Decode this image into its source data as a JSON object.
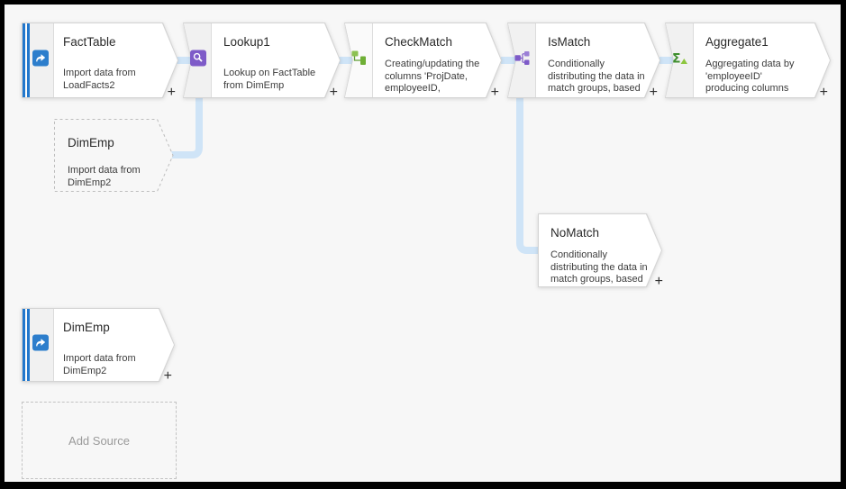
{
  "app": {
    "view": "data-flow-canvas"
  },
  "colors": {
    "canvas_background": "#f7f7f7",
    "frame": "#000000",
    "connector_blue": "#cfe4f7",
    "source_bar_blue": "#2277cc",
    "source_icon_blue": "#2d7ecc",
    "lookup_icon_purple": "#7e5bc8",
    "split_icon_purple": "#7e5bc8",
    "derived_icon_green": "#76b83d",
    "aggregate_icon_green": "#3e8e2e"
  },
  "ui": {
    "plus_label": "+",
    "add_source_label": "Add Source"
  },
  "nodes": [
    {
      "id": "FactTable",
      "type": "source",
      "title": "FactTable",
      "description": "Import data from LoadFacts2",
      "icon": "source-icon",
      "has_add_button": true
    },
    {
      "id": "Lookup1",
      "type": "lookup",
      "title": "Lookup1",
      "description": "Lookup on FactTable from DimEmp",
      "icon": "lookup-icon",
      "has_add_button": true
    },
    {
      "id": "CheckMatch",
      "type": "derived-column",
      "title": "CheckMatch",
      "description": "Creating/updating the columns 'ProjDate, employeeID,",
      "icon": "derived-column-icon",
      "has_add_button": true
    },
    {
      "id": "IsMatch",
      "type": "conditional-split",
      "title": "IsMatch",
      "description": "Conditionally distributing the data in match groups, based",
      "icon": "conditional-split-icon",
      "has_add_button": true
    },
    {
      "id": "Aggregate1",
      "type": "aggregate",
      "title": "Aggregate1",
      "description": "Aggregating data by 'employeeID' producing columns",
      "icon": "aggregate-icon",
      "has_add_button": true
    },
    {
      "id": "DimEmp-ref",
      "type": "source-reference",
      "title": "DimEmp",
      "description": "Import data from DimEmp2",
      "icon": null,
      "has_add_button": false
    },
    {
      "id": "NoMatch",
      "type": "conditional-split-output",
      "title": "NoMatch",
      "description": "Conditionally distributing the data in match groups, based",
      "icon": null,
      "has_add_button": true
    },
    {
      "id": "DimEmp",
      "type": "source",
      "title": "DimEmp",
      "description": "Import data from DimEmp2",
      "icon": "source-icon",
      "has_add_button": true
    }
  ],
  "connections": [
    {
      "from": "FactTable",
      "to": "Lookup1"
    },
    {
      "from": "Lookup1",
      "to": "CheckMatch"
    },
    {
      "from": "CheckMatch",
      "to": "IsMatch"
    },
    {
      "from": "IsMatch",
      "to": "Aggregate1"
    },
    {
      "from": "DimEmp-ref",
      "to": "Lookup1"
    },
    {
      "from": "IsMatch",
      "to": "NoMatch"
    }
  ]
}
